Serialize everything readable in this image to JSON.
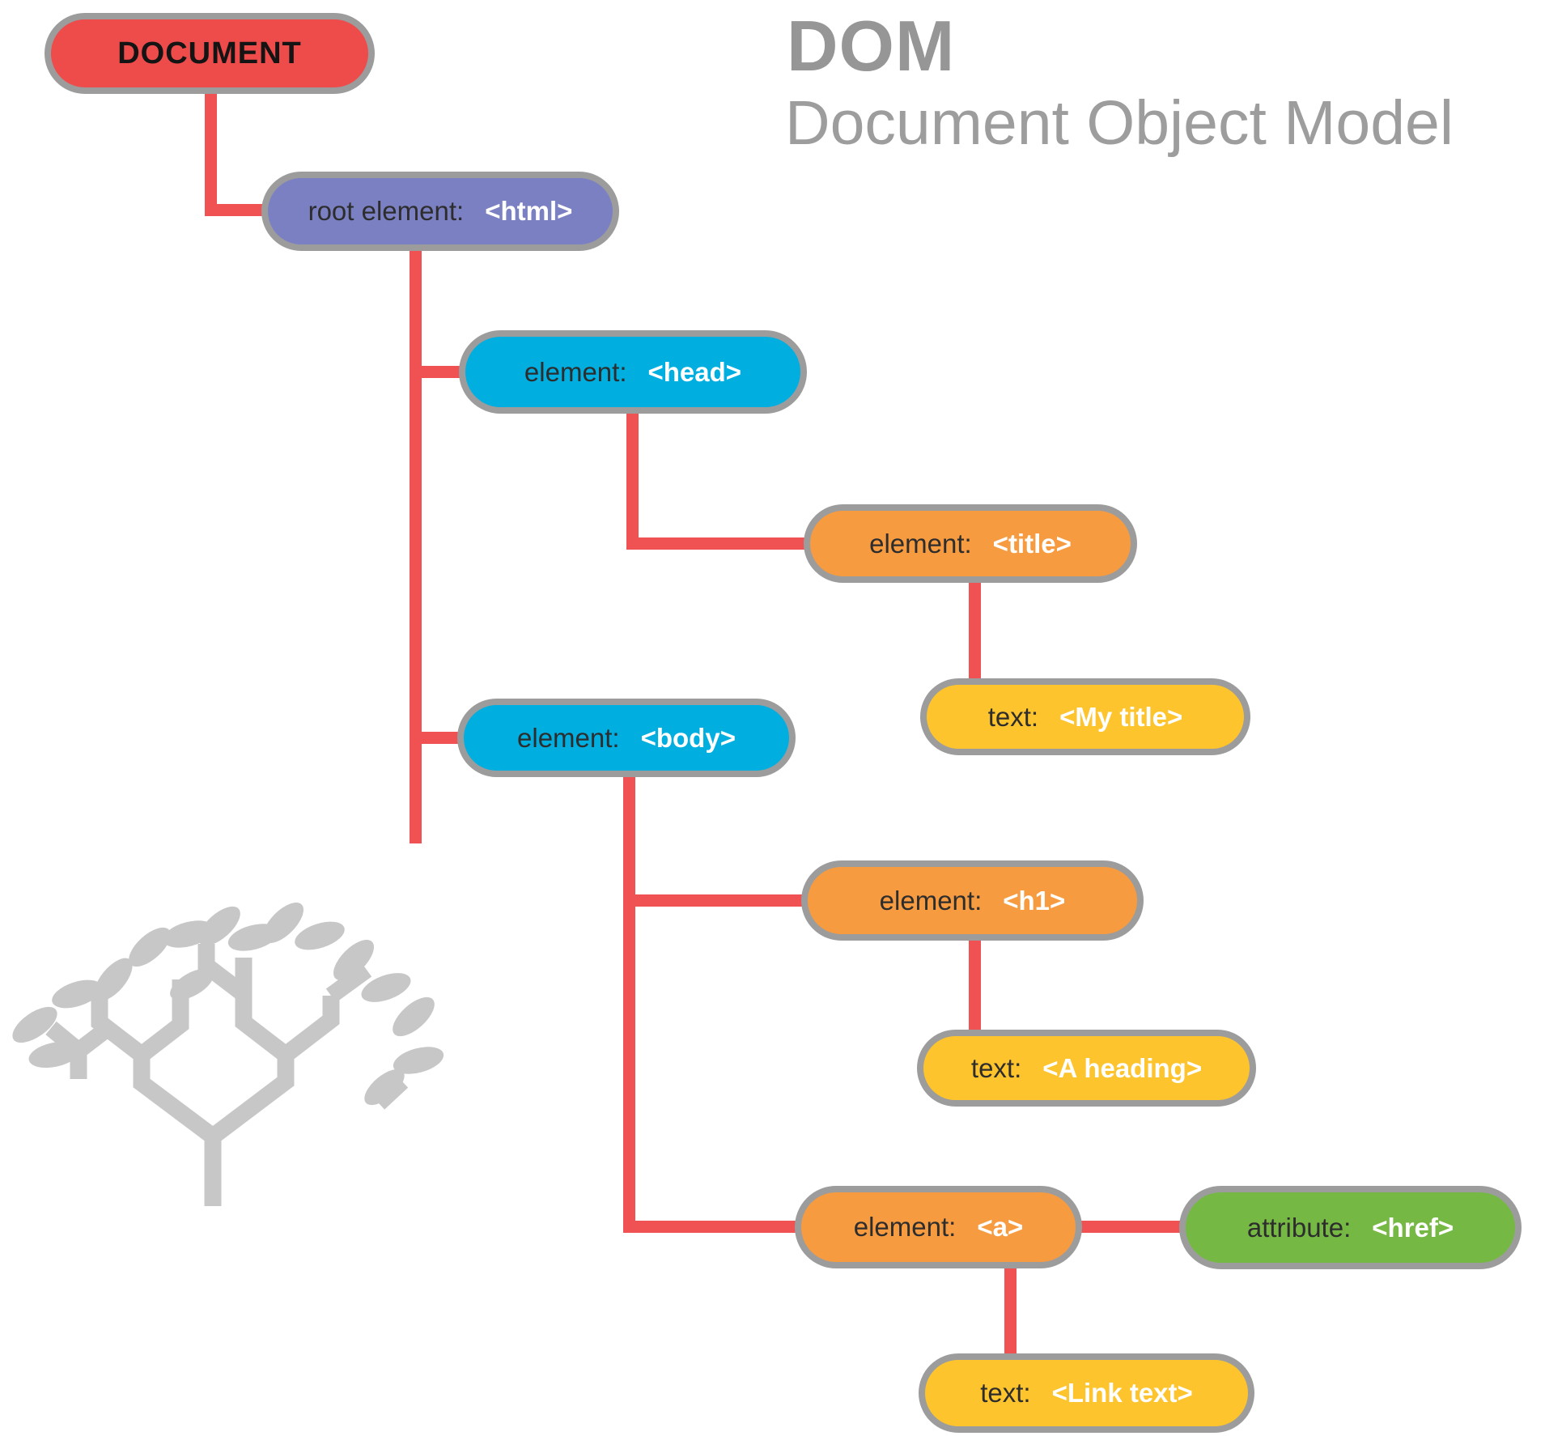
{
  "header": {
    "title": "DOM",
    "subtitle": "Document Object Model"
  },
  "nodes": {
    "document": {
      "label": "DOCUMENT"
    },
    "html": {
      "label": "root element:",
      "value": "<html>"
    },
    "head": {
      "label": "element:",
      "value": "<head>"
    },
    "title": {
      "label": "element:",
      "value": "<title>"
    },
    "mytitle": {
      "label": "text:",
      "value": "<My title>"
    },
    "body": {
      "label": "element:",
      "value": "<body>"
    },
    "h1": {
      "label": "element:",
      "value": "<h1>"
    },
    "aheading": {
      "label": "text:",
      "value": "<A heading>"
    },
    "a": {
      "label": "element:",
      "value": "<a>"
    },
    "href": {
      "label": "attribute:",
      "value": "<href>"
    },
    "linktext": {
      "label": "text:",
      "value": "<Link text>"
    }
  },
  "colors": {
    "connector_red": "#f05152",
    "node_document_red": "#ee4b4b",
    "node_root_purple": "#7b80c3",
    "node_element_blue": "#00aee0",
    "node_element_orange": "#f79b40",
    "node_text_yellow": "#fdc42d",
    "node_attribute_green": "#76b844",
    "node_border_gray": "#9c9c9c",
    "heading_gray": "#969696",
    "watermark_gray": "#c7c7c7"
  }
}
